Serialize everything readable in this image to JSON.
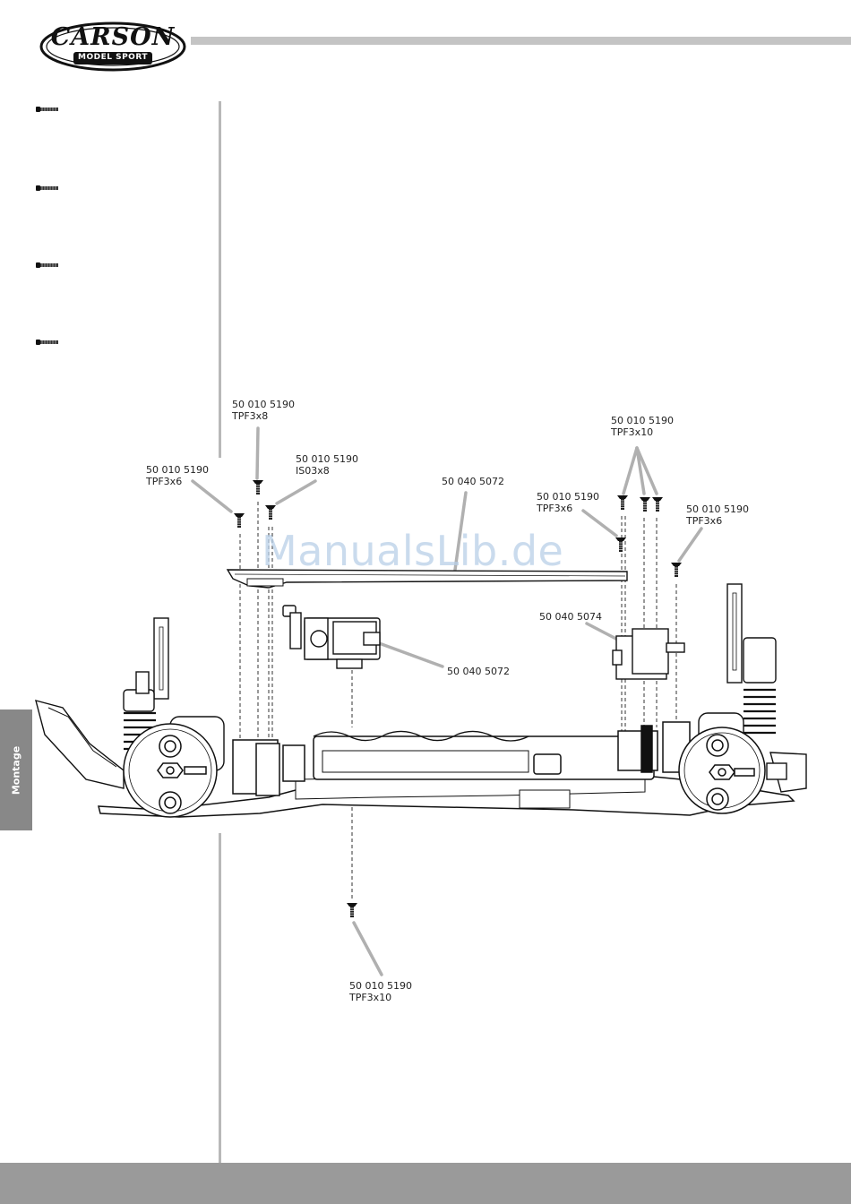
{
  "brand": {
    "name": "CARSON",
    "tagline": "MODEL SPORT"
  },
  "section_tab": "Montage",
  "watermark": "ManualsLib.de",
  "callouts": [
    {
      "id": "screw-top-left",
      "part": "50 010 5190",
      "spec": "TPF3x8"
    },
    {
      "id": "screw-left",
      "part": "50 010 5190",
      "spec": "TPF3x6"
    },
    {
      "id": "screw-iso",
      "part": "50 010 5190",
      "spec": "IS03x8"
    },
    {
      "id": "plate",
      "part": "50 040 5072",
      "spec": ""
    },
    {
      "id": "screw-right-triple",
      "part": "50 010 5190",
      "spec": "TPF3x10"
    },
    {
      "id": "screw-right-mid",
      "part": "50 010 5190",
      "spec": "TPF3x6"
    },
    {
      "id": "screw-far-right",
      "part": "50 010 5190",
      "spec": "TPF3x6"
    },
    {
      "id": "servo-right",
      "part": "50 040 5074",
      "spec": ""
    },
    {
      "id": "servo-left",
      "part": "50 040 5072",
      "spec": ""
    },
    {
      "id": "screw-bottom",
      "part": "50 010 5190",
      "spec": "TPF3x10"
    }
  ],
  "colors": {
    "header_bar": "#c4c4c4",
    "footer_bar": "#9a9a9a",
    "side_tab": "#888888",
    "leader_line": "#b0b0b0",
    "watermark": "#b9cfe8"
  }
}
